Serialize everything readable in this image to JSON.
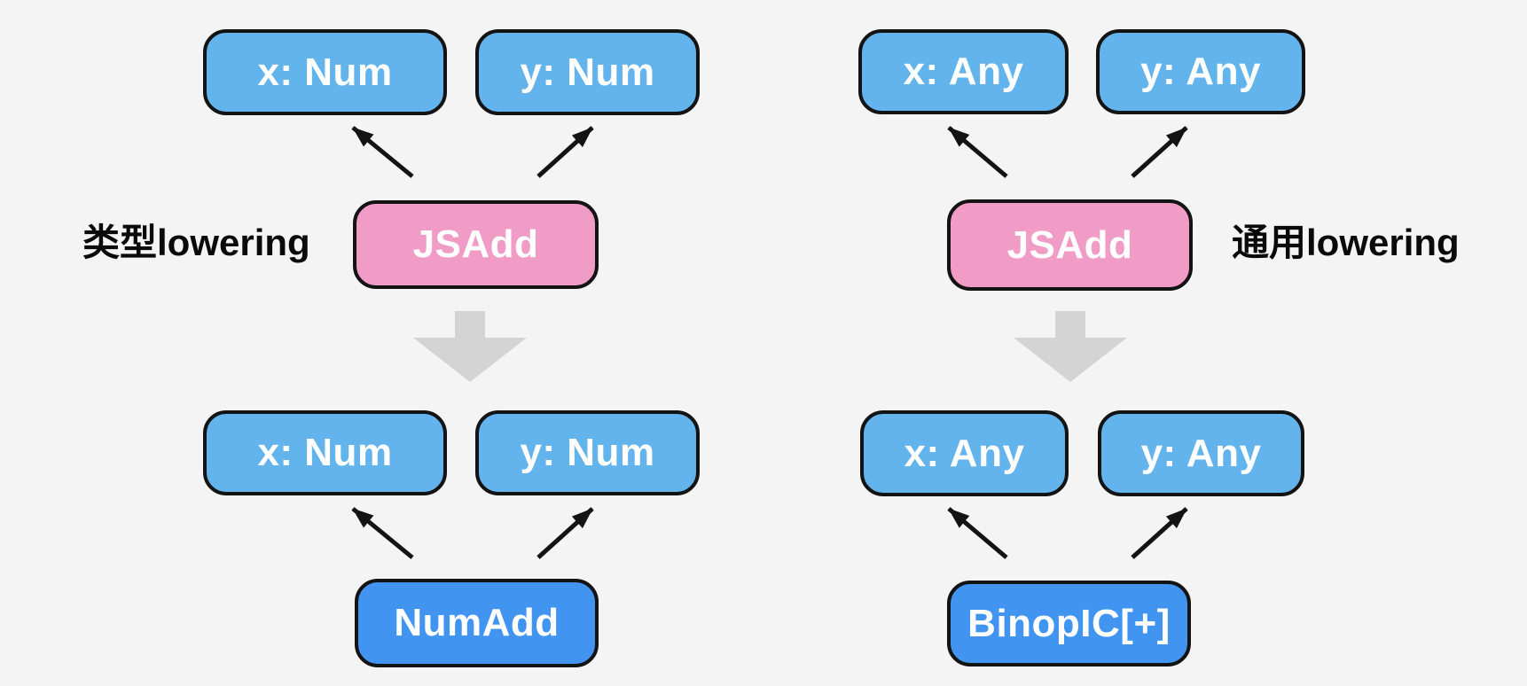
{
  "colors": {
    "background": "#F3F4F3",
    "operand_fill": "#63B4EC",
    "source_fill": "#F09CC7",
    "lowered_fill": "#4195F1",
    "node_border": "#131313",
    "node_text": "#FFFFFF",
    "label_text": "#0A0A0A",
    "block_arrow": "#D4D4D4",
    "thin_arrow": "#131313"
  },
  "diagrams": [
    {
      "label": "类型lowering",
      "label_side": "left",
      "before": {
        "operator": "JSAdd",
        "operands": [
          "x: Num",
          "y: Num"
        ]
      },
      "after": {
        "operator": "NumAdd",
        "operands": [
          "x: Num",
          "y: Num"
        ]
      }
    },
    {
      "label": "通用lowering",
      "label_side": "right",
      "before": {
        "operator": "JSAdd",
        "operands": [
          "x: Any",
          "y: Any"
        ]
      },
      "after": {
        "operator": "BinopIC[+]",
        "operands": [
          "x: Any",
          "y: Any"
        ]
      }
    }
  ]
}
